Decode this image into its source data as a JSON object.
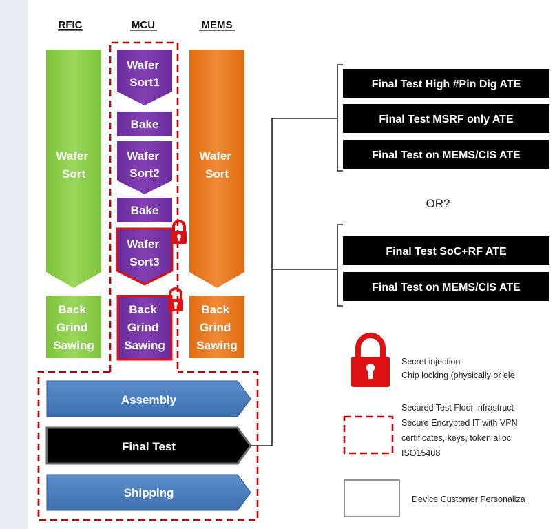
{
  "columns": {
    "rfic": "RFIC",
    "mcu": "MCU",
    "mems": "MEMS"
  },
  "rfic": {
    "wafer_sort": [
      "Wafer",
      "Sort"
    ],
    "back_grind": [
      "Back",
      "Grind",
      "Sawing"
    ]
  },
  "mcu": {
    "wafer_sort1": [
      "Wafer",
      "Sort1"
    ],
    "bake1": "Bake",
    "wafer_sort2": [
      "Wafer",
      "Sort2"
    ],
    "bake2": "Bake",
    "wafer_sort3": [
      "Wafer",
      "Sort3"
    ],
    "back_grind": [
      "Back",
      "Grind",
      "Sawing"
    ]
  },
  "mems": {
    "wafer_sort": [
      "Wafer",
      "Sort"
    ],
    "back_grind": [
      "Back",
      "Grind",
      "Sawing"
    ]
  },
  "flow": {
    "assembly": "Assembly",
    "final_test": "Final Test",
    "shipping": "Shipping"
  },
  "ate_group1": [
    "Final Test High #Pin Dig ATE",
    "Final Test MSRF only ATE",
    "Final Test on MEMS/CIS ATE"
  ],
  "or_text": "OR?",
  "ate_group2": [
    "Final Test SoC+RF ATE",
    "Final Test on MEMS/CIS ATE"
  ],
  "legend": {
    "lock_lines": [
      "Secret injection",
      "Chip locking (physically or ele"
    ],
    "dashed_lines": [
      "Secured Test Floor infrastruct",
      "Secure Encrypted IT with VPN",
      "certificates, keys, token alloc",
      "ISO15408"
    ],
    "plain_line": "Device Customer Personaliza"
  },
  "colors": {
    "green": "#8fce4c",
    "purple": "#7030a0",
    "orange": "#e8761a",
    "blue": "#4a7ebb",
    "black": "#000000",
    "red": "#dd1111",
    "secure_border": "#c00000"
  },
  "icons": {
    "lock": "padlock-icon"
  }
}
